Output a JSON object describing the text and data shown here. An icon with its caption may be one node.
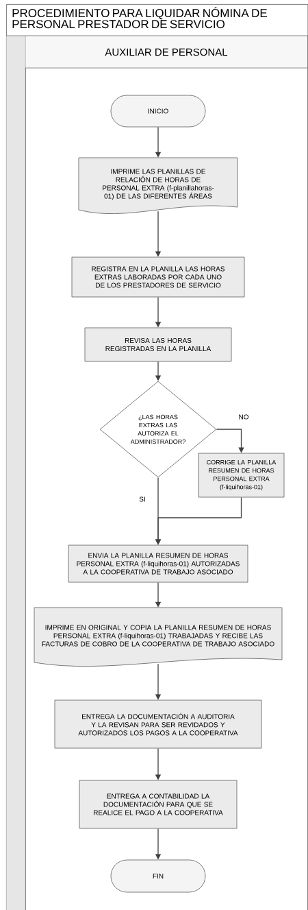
{
  "diagram": {
    "nodes": [
      {
        "text": [
          "PROCEDIMIENTO PARA LIQUIDAR NÓMINA DE PERSONAL PRESTADOR DE SERVICIO"
        ]
      },
      {
        "text": [
          "AUXILIAR DE PERSONAL"
        ],
        "in": 0
      },
      {
        "text": [
          "INICIO"
        ],
        "in": 1
      },
      {
        "text": [
          "IMPRIME LAS PLANILLAS DE RELACIÓN DE HORAS DE PERSONAL EXTRA (f-planillahoras-01) DE LAS DIFERENTES ÁREAS"
        ],
        "in": 1
      },
      {
        "text": [
          "REGISTRA EN LA PLANILLA LAS HORAS EXTRAS LABORADAS POR CADA UNO DE LOS PRESTADORES DE SERVICIO"
        ],
        "in": 1
      },
      {
        "text": [
          "REVISA LAS HORAS REGISTRADAS EN LA PLANILLA"
        ],
        "in": 1
      },
      {
        "text": [
          "¿LAS HORAS EXTRAS LAS AUTORIZA EL ADMINISTRADOR?"
        ],
        "in": 1
      },
      {
        "text": [
          "CORRIGE LA PLANILLA RESUMEN DE HORAS PERSONAL EXTRA (f-liquihoras-01)"
        ],
        "in": 1
      },
      {
        "text": [
          "ENVIA LA PLANILLA RESUMEN DE HORAS PERSONAL EXTRA (f-liquihoras-01) AUTORIZADAS A LA COOPERATIVA DE TRABAJO ASOCIADO"
        ],
        "in": 1
      },
      {
        "text": [
          "IMPRIME EN ORIGINAL Y COPIA LA PLANILLA RESUMEN DE HORAS PERSONAL EXTRA (f-liquihoras-01) TRABAJADAS Y RECIBE LAS FACTURAS DE COBRO DE LA COOPERATIVA DE TRABAJO ASOCIADO"
        ],
        "in": 1
      },
      {
        "text": [
          "ENTREGA LA DOCUMENTACIÓN A AUDITORIA Y LA REVISAN PARA SER REVIDADOS Y AUTORIZADOS LOS PAGOS A LA COOPERATIVA"
        ],
        "in": 1
      },
      {
        "text": [
          "ENTREGA A CONTABILIDAD LA DOCUMENTACIÓN PARA QUE SE REALICE EL PAGO A LA COOPERATIVA"
        ],
        "in": 1
      },
      {
        "text": [
          "FIN"
        ],
        "in": 1
      }
    ],
    "edges": [
      {
        "from": 2,
        "to": 3,
        "arrow": "to"
      },
      {
        "from": 3,
        "to": 4,
        "arrow": "to"
      },
      {
        "from": 4,
        "to": 5,
        "arrow": "to"
      },
      {
        "from": 5,
        "to": 6,
        "arrow": "to"
      },
      {
        "from": 6,
        "to": 7,
        "arrow": "to",
        "label": "NO"
      },
      {
        "from": 6,
        "to": 8,
        "arrow": "to",
        "label": "SI"
      },
      {
        "from": 7,
        "to": 8,
        "arrow": "to"
      },
      {
        "from": 8,
        "to": 9,
        "arrow": "to"
      },
      {
        "from": 9,
        "to": 10,
        "arrow": "to"
      },
      {
        "from": 10,
        "to": 11,
        "arrow": "to"
      },
      {
        "from": 11,
        "to": 12,
        "arrow": "to"
      }
    ]
  }
}
